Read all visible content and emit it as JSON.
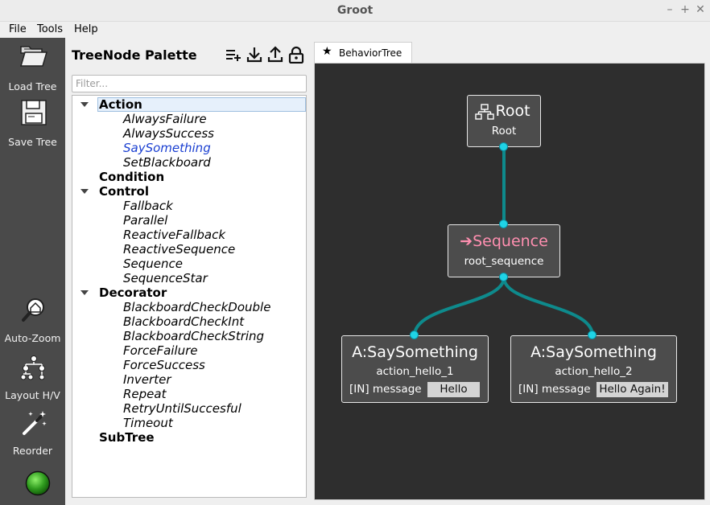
{
  "window": {
    "title": "Groot"
  },
  "menubar": {
    "items": [
      "File",
      "Tools",
      "Help"
    ]
  },
  "toolbar": {
    "load_tree": "Load Tree",
    "save_tree": "Save Tree",
    "auto_zoom": "Auto-Zoom",
    "layout": "Layout H/V",
    "reorder": "Reorder"
  },
  "palette": {
    "title": "TreeNode Palette",
    "filter_placeholder": "Filter...",
    "tree": [
      {
        "kind": "cat",
        "label": "Action",
        "expanded": true,
        "selected": true
      },
      {
        "kind": "item",
        "label": "AlwaysFailure"
      },
      {
        "kind": "item",
        "label": "AlwaysSuccess"
      },
      {
        "kind": "item",
        "label": "SaySomething",
        "highlight": true
      },
      {
        "kind": "item",
        "label": "SetBlackboard"
      },
      {
        "kind": "cat",
        "label": "Condition",
        "expanded": false
      },
      {
        "kind": "cat",
        "label": "Control",
        "expanded": true
      },
      {
        "kind": "item",
        "label": "Fallback"
      },
      {
        "kind": "item",
        "label": "Parallel"
      },
      {
        "kind": "item",
        "label": "ReactiveFallback"
      },
      {
        "kind": "item",
        "label": "ReactiveSequence"
      },
      {
        "kind": "item",
        "label": "Sequence"
      },
      {
        "kind": "item",
        "label": "SequenceStar"
      },
      {
        "kind": "cat",
        "label": "Decorator",
        "expanded": true
      },
      {
        "kind": "item",
        "label": "BlackboardCheckDouble"
      },
      {
        "kind": "item",
        "label": "BlackboardCheckInt"
      },
      {
        "kind": "item",
        "label": "BlackboardCheckString"
      },
      {
        "kind": "item",
        "label": "ForceFailure"
      },
      {
        "kind": "item",
        "label": "ForceSuccess"
      },
      {
        "kind": "item",
        "label": "Inverter"
      },
      {
        "kind": "item",
        "label": "Repeat"
      },
      {
        "kind": "item",
        "label": "RetryUntilSuccesful"
      },
      {
        "kind": "item",
        "label": "Timeout"
      },
      {
        "kind": "cat",
        "label": "SubTree",
        "expanded": false
      }
    ]
  },
  "editor": {
    "tab_label": "BehaviorTree",
    "nodes": {
      "root": {
        "title": "Root",
        "name": "Root"
      },
      "sequence": {
        "title": "Sequence",
        "name": "root_sequence",
        "title_color": "#ff8fb0"
      },
      "action1": {
        "title_prefix": "A:",
        "title": "SaySomething",
        "name": "action_hello_1",
        "port_label": "[IN] message",
        "port_value": "Hello"
      },
      "action2": {
        "title_prefix": "A:",
        "title": "SaySomething",
        "name": "action_hello_2",
        "port_label": "[IN] message",
        "port_value": "Hello Again!"
      }
    }
  },
  "colors": {
    "toolbar_bg": "#4a4a4a",
    "canvas_bg": "#2e2e2e",
    "edge": "#0e8a8c",
    "port": "#1fd3e6",
    "highlight_text": "#1a3fd1"
  }
}
